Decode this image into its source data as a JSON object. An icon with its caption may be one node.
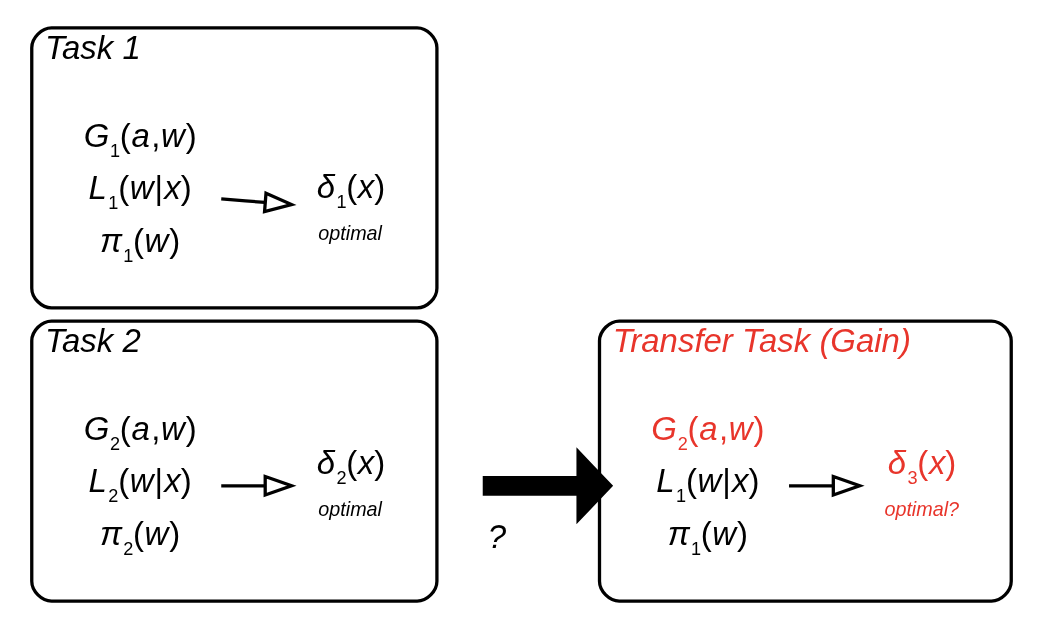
{
  "diagram": {
    "nodes": [
      {
        "text": [
          "Task 1"
        ]
      },
      {
        "text": [
          "*G*$_{1}$(*a*,*w*)",
          "*L*$_{1}$(*w*|*x*)",
          "*π*$_{1}$(*w*)"
        ],
        "in": 0
      },
      {
        "text": [
          "*δ*$_{1}$(*x*)",
          "optimal"
        ],
        "in": 0
      },
      {
        "text": [
          "Task 2"
        ]
      },
      {
        "text": [
          "*G*$_{2}$(*a*,*w*)",
          "*L*$_{2}$(*w*|*x*)",
          "*π*$_{2}$(*w*)"
        ],
        "in": 3
      },
      {
        "text": [
          "*δ*$_{2}$(*x*)",
          "optimal"
        ],
        "in": 3
      },
      {
        "text": [
          "Transfer Task (Gain)"
        ]
      },
      {
        "text": [
          "*G*$_{2}$(*a*,*w*)",
          "*L*$_{1}$(*w*|*x*)",
          "*π*$_{1}$(*w*)"
        ],
        "in": 6
      },
      {
        "text": [
          "*δ*$_{3}$(*x*)",
          "optimal?"
        ],
        "in": 6
      }
    ],
    "edges": [
      {
        "from": 1,
        "to": 2,
        "arrow": "to"
      },
      {
        "from": 4,
        "to": 5,
        "arrow": "to"
      },
      {
        "from": null,
        "to": 6,
        "arrow": "to",
        "label": "?",
        "style": "thick"
      },
      {
        "from": 7,
        "to": 8,
        "arrow": "to"
      }
    ]
  }
}
